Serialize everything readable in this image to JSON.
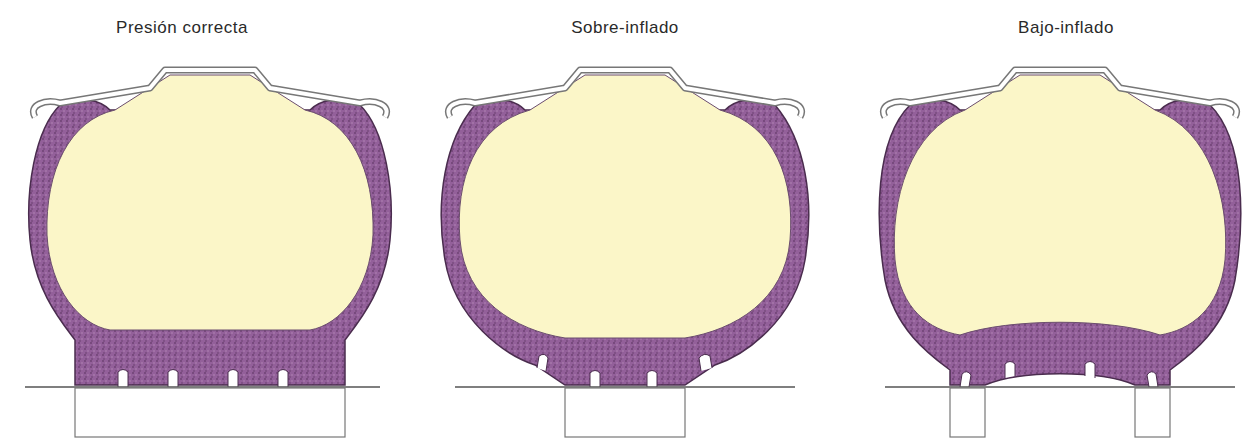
{
  "diagram": {
    "labels": [
      "Presión correcta",
      "Sobre-inflado",
      "Bajo-inflado"
    ]
  }
}
